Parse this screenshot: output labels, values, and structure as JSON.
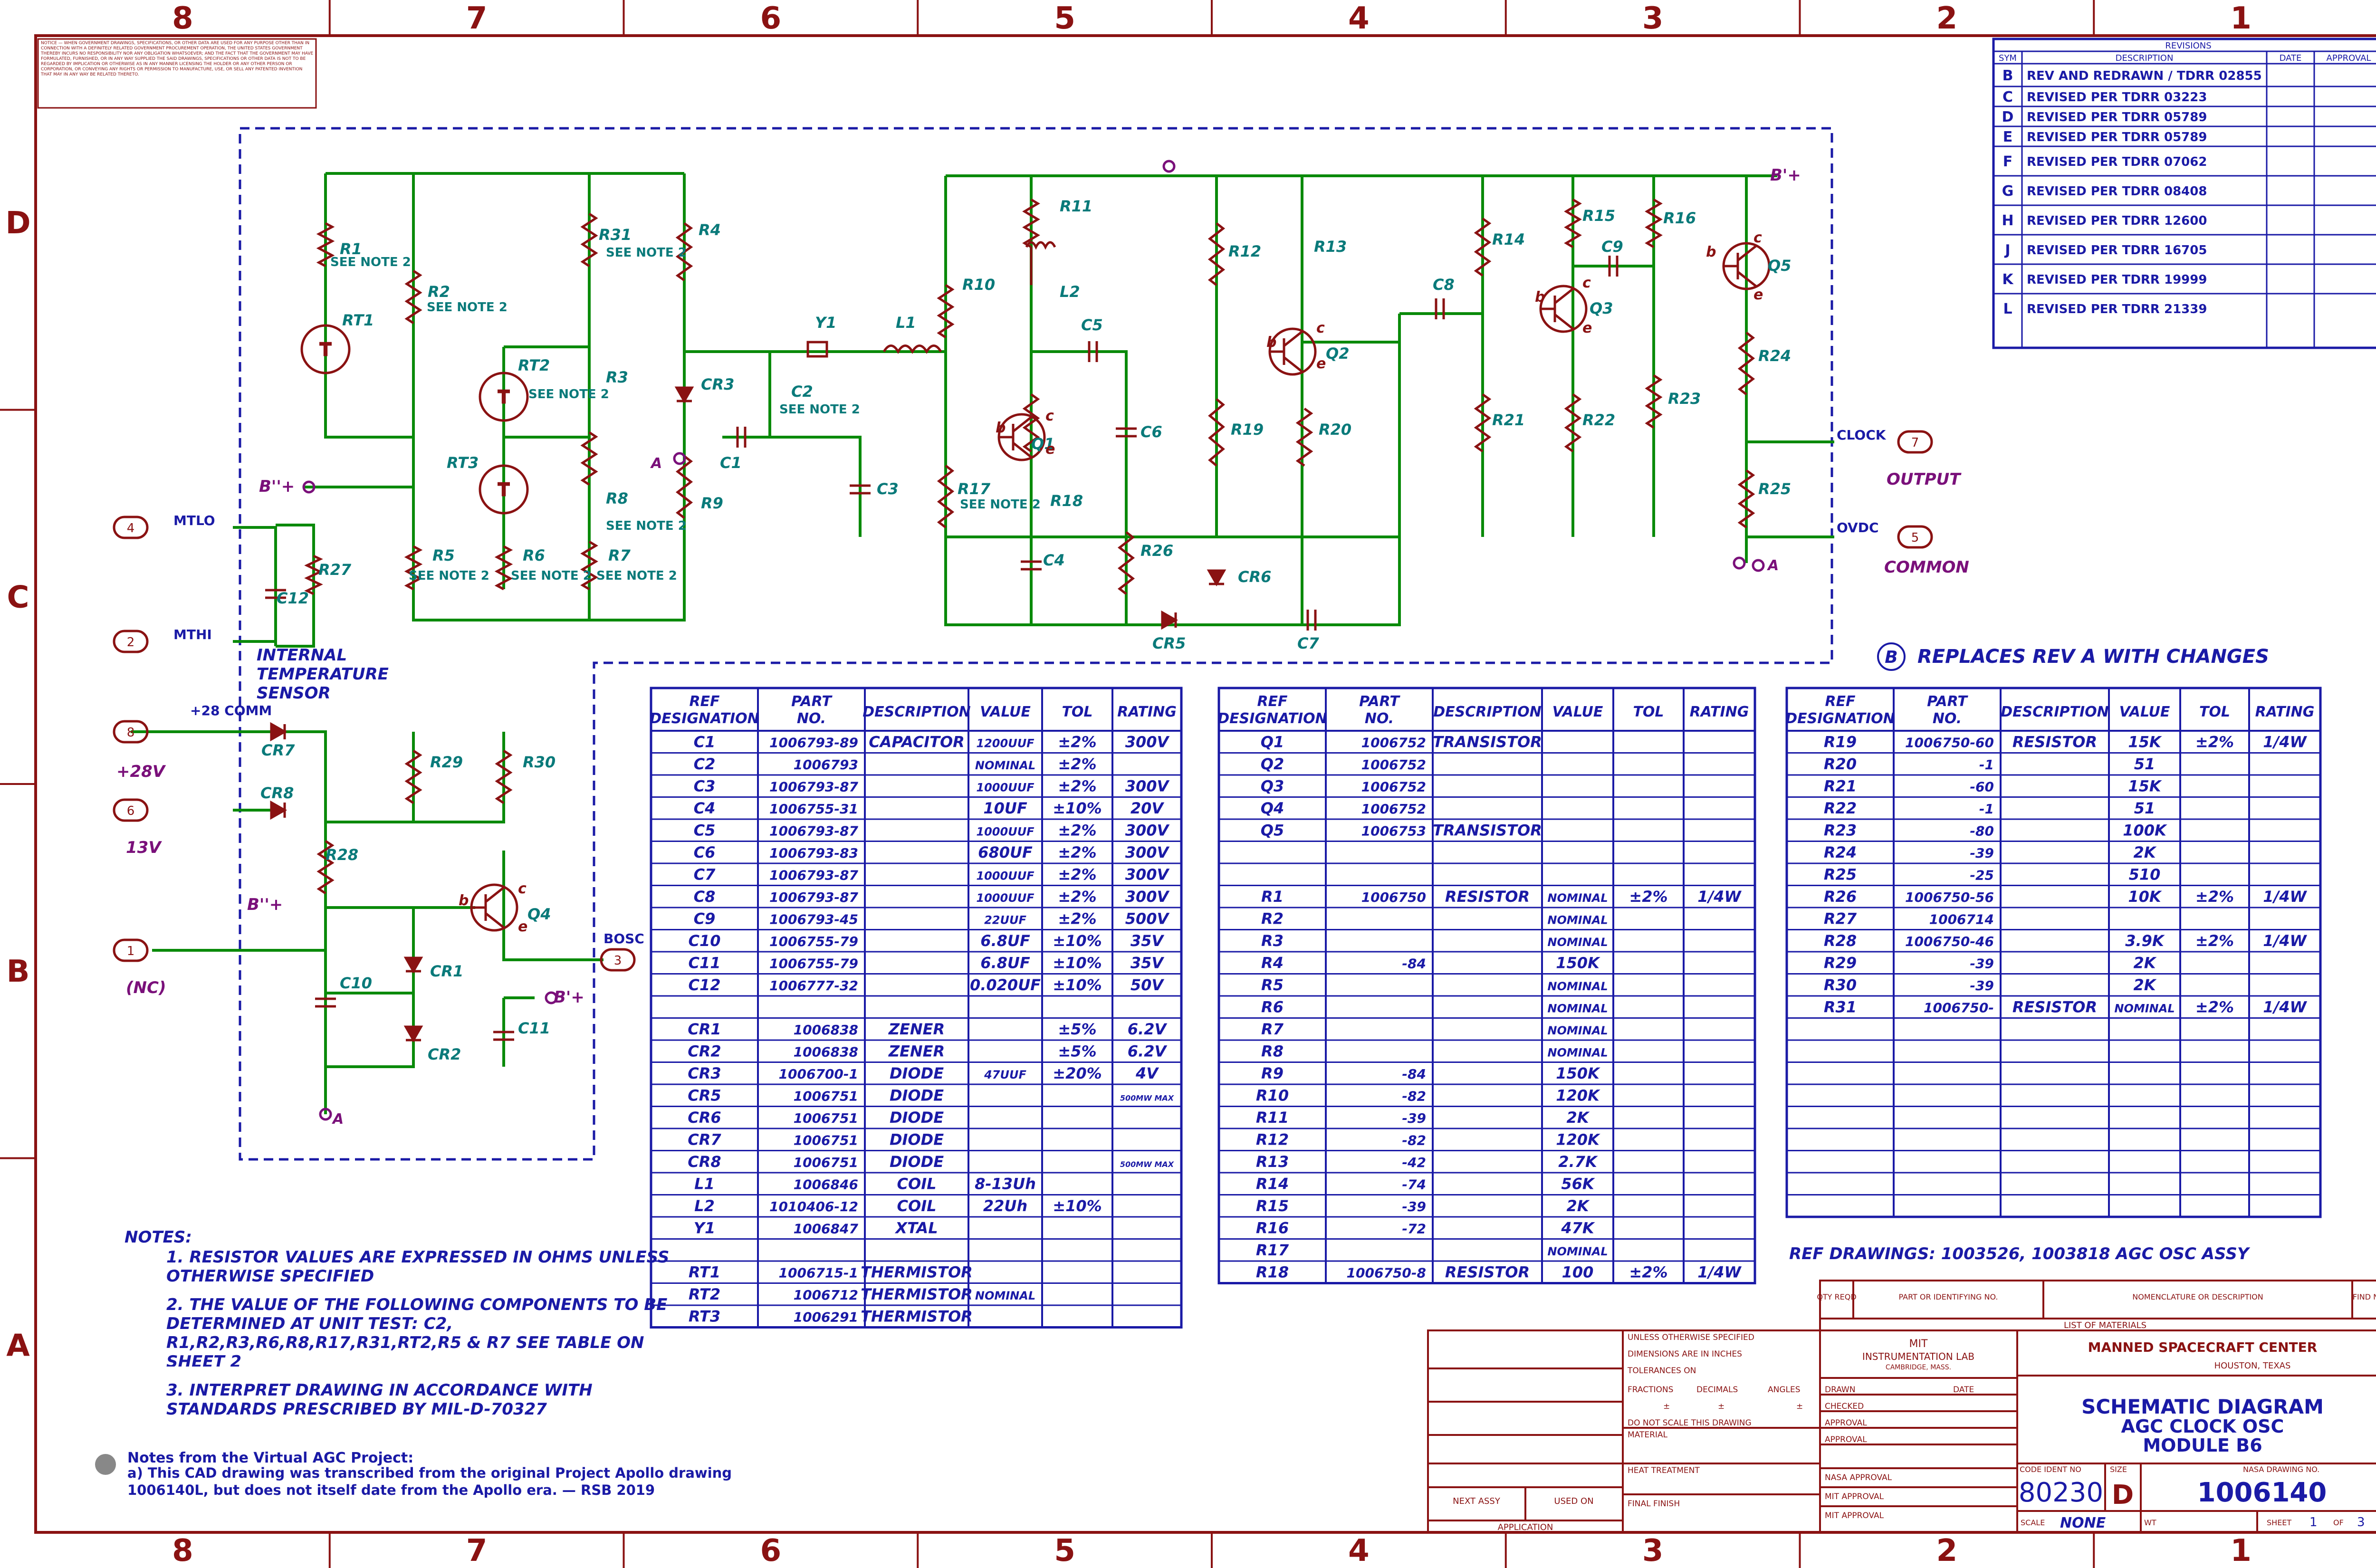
{
  "zones": {
    "cols": [
      "8",
      "7",
      "6",
      "5",
      "4",
      "3",
      "2",
      "1"
    ],
    "rows": [
      "D",
      "C",
      "B",
      "A"
    ]
  },
  "notice": "NOTICE — WHEN GOVERNMENT DRAWINGS, SPECIFICATIONS, OR OTHER DATA ARE USED FOR ANY PURPOSE OTHER THAN IN CONNECTION WITH A DEFINITELY RELATED GOVERNMENT PROCUREMENT OPERATION, THE UNITED STATES GOVERNMENT THEREBY INCURS NO RESPONSIBILITY NOR ANY OBLIGATION WHATSOEVER; AND THE FACT THAT THE GOVERNMENT MAY HAVE FORMULATED, FURNISHED, OR IN ANY WAY SUPPLIED THE SAID DRAWINGS, SPECIFICATIONS OR OTHER DATA IS NOT TO BE REGARDED BY IMPLICATION OR OTHERWISE AS IN ANY MANNER LICENSING THE HOLDER OR ANY OTHER PERSON OR CORPORATION, OR CONVEYING ANY RIGHTS OR PERMISSION TO MANUFACTURE, USE, OR SELL ANY PATENTED INVENTION THAT MAY IN ANY WAY BE RELATED THERETO.",
  "revisions": {
    "title": "REVISIONS",
    "headers": [
      "SYM",
      "DESCRIPTION",
      "DATE",
      "APPROVAL"
    ],
    "rows": [
      [
        "B",
        "REV AND REDRAWN / TDRR 02855"
      ],
      [
        "C",
        "REVISED PER TDRR 03223"
      ],
      [
        "D",
        "REVISED PER TDRR 05789"
      ],
      [
        "E",
        "REVISED PER TDRR 05789"
      ],
      [
        "F",
        "REVISED PER TDRR 07062"
      ],
      [
        "G",
        "REVISED PER TDRR 08408"
      ],
      [
        "H",
        "REVISED PER TDRR 12600"
      ],
      [
        "J",
        "REVISED PER TDRR 16705"
      ],
      [
        "K",
        "REVISED PER TDRR 19999"
      ],
      [
        "L",
        "REVISED PER TDRR 21339"
      ]
    ]
  },
  "schematic_labels": {
    "components": [
      "R1",
      "RT1",
      "R2",
      "RT2",
      "R31",
      "R3",
      "RT3",
      "R8",
      "R4",
      "CR3",
      "R9",
      "R5",
      "R6",
      "R7",
      "Y1",
      "L1",
      "C2",
      "C1",
      "C3",
      "R10",
      "R11",
      "L2",
      "C5",
      "C6",
      "Q1",
      "R17",
      "R18",
      "C4",
      "R26",
      "CR5",
      "R12",
      "R13",
      "R19",
      "R20",
      "Q2",
      "CR6",
      "C7",
      "C8",
      "R14",
      "R21",
      "Q3",
      "R15",
      "C9",
      "R16",
      "R22",
      "R23",
      "Q5",
      "R24",
      "R25",
      "R27",
      "C12",
      "R29",
      "R30",
      "R28",
      "Q4",
      "CR7",
      "CR8",
      "C10",
      "CR1",
      "CR2",
      "C11"
    ],
    "see_note": "SEE NOTE 2",
    "nets": {
      "bpp": "B''+",
      "bp": "B'+",
      "a": "A",
      "clock": "CLOCK",
      "ovdc": "OVDC",
      "output": "OUTPUT",
      "common": "COMMON",
      "mtlo": "MTLO",
      "mthi": "MTHI",
      "p28comm": "+28 COMM",
      "p28v": "+28V",
      "v13": "13V",
      "nc": "(NC)",
      "bosc": "BOSC",
      "its": "INTERNAL TEMPERATURE SENSOR"
    },
    "pins": [
      "4",
      "2",
      "8",
      "6",
      "1",
      "3",
      "7",
      "5"
    ],
    "trans": [
      "b",
      "c",
      "e"
    ]
  },
  "rev_note": "REPLACES REV A WITH CHANGES",
  "rev_sym": "B",
  "table_headers": [
    "REF DESIGNATION",
    "PART NO.",
    "DESCRIPTION",
    "VALUE",
    "TOL",
    "RATING"
  ],
  "table1": [
    [
      "C1",
      "1006793-89",
      "CAPACITOR",
      "1200UUF",
      "±2%",
      "300V"
    ],
    [
      "C2",
      "1006793",
      "",
      "NOMINAL",
      "±2%",
      ""
    ],
    [
      "C3",
      "1006793-87",
      "",
      "1000UUF",
      "±2%",
      "300V"
    ],
    [
      "C4",
      "1006755-31",
      "",
      "10UF",
      "±10%",
      "20V"
    ],
    [
      "C5",
      "1006793-87",
      "",
      "1000UUF",
      "±2%",
      "300V"
    ],
    [
      "C6",
      "1006793-83",
      "",
      "680UF",
      "±2%",
      "300V"
    ],
    [
      "C7",
      "1006793-87",
      "",
      "1000UUF",
      "±2%",
      "300V"
    ],
    [
      "C8",
      "1006793-87",
      "",
      "1000UUF",
      "±2%",
      "300V"
    ],
    [
      "C9",
      "1006793-45",
      "",
      "22UUF",
      "±2%",
      "500V"
    ],
    [
      "C10",
      "1006755-79",
      "",
      "6.8UF",
      "±10%",
      "35V"
    ],
    [
      "C11",
      "1006755-79",
      "",
      "6.8UF",
      "±10%",
      "35V"
    ],
    [
      "C12",
      "1006777-32",
      "",
      "0.020UF",
      "±10%",
      "50V"
    ],
    [
      "",
      "",
      "",
      "",
      "",
      ""
    ],
    [
      "CR1",
      "1006838",
      "ZENER",
      "",
      "±5%",
      "6.2V"
    ],
    [
      "CR2",
      "1006838",
      "ZENER",
      "",
      "±5%",
      "6.2V"
    ],
    [
      "CR3",
      "1006700-1",
      "DIODE",
      "47UUF",
      "±20%",
      "4V"
    ],
    [
      "CR5",
      "1006751",
      "DIODE",
      "",
      "",
      "500MW MAX"
    ],
    [
      "CR6",
      "1006751",
      "DIODE",
      "",
      "",
      ""
    ],
    [
      "CR7",
      "1006751",
      "DIODE",
      "",
      "",
      ""
    ],
    [
      "CR8",
      "1006751",
      "DIODE",
      "",
      "",
      "500MW MAX"
    ],
    [
      "L1",
      "1006846",
      "COIL",
      "8-13Uh",
      "",
      ""
    ],
    [
      "L2",
      "1010406-12",
      "COIL",
      "22Uh",
      "±10%",
      ""
    ],
    [
      "Y1",
      "1006847",
      "XTAL",
      "",
      "",
      ""
    ],
    [
      "",
      "",
      "",
      "",
      "",
      ""
    ],
    [
      "RT1",
      "1006715-1",
      "THERMISTOR",
      "",
      "",
      ""
    ],
    [
      "RT2",
      "1006712",
      "THERMISTOR",
      "NOMINAL",
      "",
      ""
    ],
    [
      "RT3",
      "1006291",
      "THERMISTOR",
      "",
      "",
      ""
    ]
  ],
  "table2": [
    [
      "Q1",
      "1006752",
      "TRANSISTOR",
      "",
      "",
      ""
    ],
    [
      "Q2",
      "1006752",
      "",
      "",
      "",
      ""
    ],
    [
      "Q3",
      "1006752",
      "",
      "",
      "",
      ""
    ],
    [
      "Q4",
      "1006752",
      "",
      "",
      "",
      ""
    ],
    [
      "Q5",
      "1006753",
      "TRANSISTOR",
      "",
      "",
      ""
    ],
    [
      "",
      "",
      "",
      "",
      "",
      ""
    ],
    [
      "",
      "",
      "",
      "",
      "",
      ""
    ],
    [
      "R1",
      "1006750",
      "RESISTOR",
      "NOMINAL",
      "±2%",
      "1/4W"
    ],
    [
      "R2",
      "",
      "",
      "NOMINAL",
      "",
      ""
    ],
    [
      "R3",
      "",
      "",
      "NOMINAL",
      "",
      ""
    ],
    [
      "R4",
      "-84",
      "",
      "150K",
      "",
      ""
    ],
    [
      "R5",
      "",
      "",
      "NOMINAL",
      "",
      ""
    ],
    [
      "R6",
      "",
      "",
      "NOMINAL",
      "",
      ""
    ],
    [
      "R7",
      "",
      "",
      "NOMINAL",
      "",
      ""
    ],
    [
      "R8",
      "",
      "",
      "NOMINAL",
      "",
      ""
    ],
    [
      "R9",
      "-84",
      "",
      "150K",
      "",
      ""
    ],
    [
      "R10",
      "-82",
      "",
      "120K",
      "",
      ""
    ],
    [
      "R11",
      "-39",
      "",
      "2K",
      "",
      ""
    ],
    [
      "R12",
      "-82",
      "",
      "120K",
      "",
      ""
    ],
    [
      "R13",
      "-42",
      "",
      "2.7K",
      "",
      ""
    ],
    [
      "R14",
      "-74",
      "",
      "56K",
      "",
      ""
    ],
    [
      "R15",
      "-39",
      "",
      "2K",
      "",
      ""
    ],
    [
      "R16",
      "-72",
      "",
      "47K",
      "",
      ""
    ],
    [
      "R17",
      "",
      "",
      "NOMINAL",
      "",
      ""
    ],
    [
      "R18",
      "1006750-8",
      "RESISTOR",
      "100",
      "±2%",
      "1/4W"
    ]
  ],
  "table3": [
    [
      "R19",
      "1006750-60",
      "RESISTOR",
      "15K",
      "±2%",
      "1/4W"
    ],
    [
      "R20",
      "-1",
      "",
      "51",
      "",
      ""
    ],
    [
      "R21",
      "-60",
      "",
      "15K",
      "",
      ""
    ],
    [
      "R22",
      "-1",
      "",
      "51",
      "",
      ""
    ],
    [
      "R23",
      "-80",
      "",
      "100K",
      "",
      ""
    ],
    [
      "R24",
      "-39",
      "",
      "2K",
      "",
      ""
    ],
    [
      "R25",
      "-25",
      "",
      "510",
      "",
      ""
    ],
    [
      "R26",
      "1006750-56",
      "",
      "10K",
      "±2%",
      "1/4W"
    ],
    [
      "R27",
      "1006714",
      "",
      "",
      "",
      ""
    ],
    [
      "R28",
      "1006750-46",
      "",
      "3.9K",
      "±2%",
      "1/4W"
    ],
    [
      "R29",
      "-39",
      "",
      "2K",
      "",
      ""
    ],
    [
      "R30",
      "-39",
      "",
      "2K",
      "",
      ""
    ],
    [
      "R31",
      "1006750-",
      "RESISTOR",
      "NOMINAL",
      "±2%",
      "1/4W"
    ],
    [
      "",
      "",
      "",
      "",
      "",
      ""
    ],
    [
      "",
      "",
      "",
      "",
      "",
      ""
    ],
    [
      "",
      "",
      "",
      "",
      "",
      ""
    ],
    [
      "",
      "",
      "",
      "",
      "",
      ""
    ],
    [
      "",
      "",
      "",
      "",
      "",
      ""
    ],
    [
      "",
      "",
      "",
      "",
      "",
      ""
    ],
    [
      "",
      "",
      "",
      "",
      "",
      ""
    ],
    [
      "",
      "",
      "",
      "",
      "",
      ""
    ],
    [
      "",
      "",
      "",
      "",
      "",
      ""
    ]
  ],
  "ref_drawings": "REF DRAWINGS: 1003526, 1003818 AGC OSC ASSY",
  "notes": {
    "title": "NOTES:",
    "items": [
      "1. RESISTOR VALUES ARE EXPRESSED IN OHMS UNLESS OTHERWISE SPECIFIED",
      "2. THE VALUE OF THE FOLLOWING COMPONENTS TO BE DETERMINED AT UNIT TEST: C2, R1,R2,R3,R6,R8,R17,R31,RT2,R5 & R7 SEE TABLE ON SHEET 2",
      "3. INTERPRET DRAWING IN ACCORDANCE WITH STANDARDS PRESCRIBED BY MIL-D-70327"
    ]
  },
  "vagc": {
    "title": "Notes from the Virtual AGC Project:",
    "text": "a) This CAD drawing was transcribed from the original Project Apollo drawing 1006140L, but does not itself date from the Apollo era. — RSB 2019"
  },
  "title_block": {
    "lom_headers": [
      "QTY REQD",
      "PART OR IDENTIFYING NO.",
      "NOMENCLATURE OR DESCRIPTION",
      "FIND NO."
    ],
    "lom": "LIST OF MATERIALS",
    "tol": [
      "UNLESS OTHERWISE SPECIFIED",
      "DIMENSIONS ARE IN INCHES",
      "TOLERANCES ON",
      "FRACTIONS",
      "DECIMALS",
      "ANGLES",
      "±",
      "DO NOT SCALE THIS DRAWING"
    ],
    "material": "MATERIAL",
    "heat": "HEAT TREATMENT",
    "finish": "FINAL FINISH",
    "next_assy": "NEXT ASSY",
    "used_on": "USED ON",
    "application": "APPLICATION",
    "mit": "MIT",
    "lab": "INSTRUMENTATION LAB",
    "city": "CAMBRIDGE, MASS.",
    "drawn": "DRAWN",
    "date": "DATE",
    "checked": "CHECKED",
    "approval": "APPROVAL",
    "nasa_approval": "NASA APPROVAL",
    "mit_approval": "MIT APPROVAL",
    "msc": "MANNED SPACECRAFT CENTER",
    "houston": "HOUSTON, TEXAS",
    "title1": "SCHEMATIC DIAGRAM",
    "title2": "AGC CLOCK OSC",
    "title3": "MODULE B6",
    "code_ident_label": "CODE IDENT NO",
    "code_ident": "80230",
    "size_label": "SIZE",
    "size": "D",
    "nasa_dwg_label": "NASA DRAWING NO.",
    "nasa_dwg": "1006140",
    "scale_label": "SCALE",
    "scale": "NONE",
    "wt": "WT",
    "sheet_label": "SHEET",
    "sheet": "1",
    "of": "OF",
    "sheets": "3"
  },
  "colors": {
    "border": "#8a1212",
    "wire": "#0a8a0a",
    "table": "#1a1aa6",
    "label": "#0a7a7a",
    "net": "#7a107a"
  }
}
